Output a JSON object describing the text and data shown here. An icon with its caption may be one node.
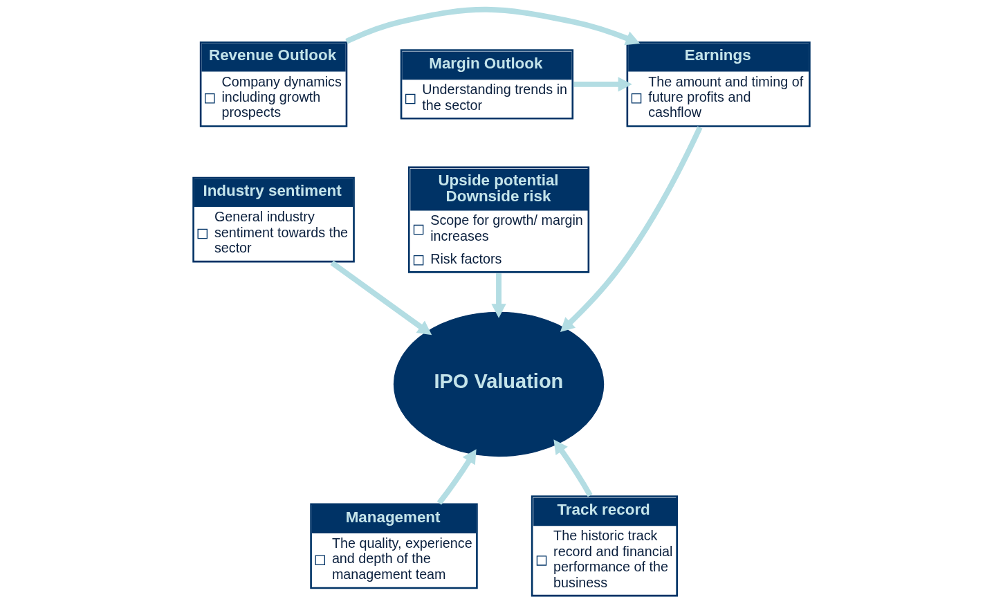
{
  "diagram": {
    "nodes": [
      {
        "text": [
          "Revenue Outlook",
          "Company dynamics including growth prospects"
        ]
      },
      {
        "text": [
          "Earnings",
          "The amount and timing of future profits and cashflow"
        ]
      },
      {
        "text": [
          "Margin Outlook",
          "Understanding trends in the sector"
        ]
      },
      {
        "text": [
          "Industry sentiment",
          "General industry sentiment towards the sector"
        ]
      },
      {
        "text": [
          "Upside potential Downside risk",
          "Scope for growth/ margin increases",
          "Risk factors"
        ]
      },
      {
        "text": [
          "IPO Valuation"
        ]
      },
      {
        "text": [
          "Management",
          "The quality, experience and depth of the management team"
        ]
      },
      {
        "text": [
          "Track record",
          "The historic track record and financial performance of the business"
        ]
      }
    ],
    "edges": [
      {
        "from": 0,
        "to": 1,
        "arrow": "to"
      },
      {
        "from": 2,
        "to": 1,
        "arrow": "to"
      },
      {
        "from": 1,
        "to": 5,
        "arrow": "to"
      },
      {
        "from": 3,
        "to": 5,
        "arrow": "to"
      },
      {
        "from": 4,
        "to": 5,
        "arrow": "to"
      },
      {
        "from": 6,
        "to": 5,
        "arrow": "to"
      },
      {
        "from": 7,
        "to": 5,
        "arrow": "to"
      }
    ]
  }
}
